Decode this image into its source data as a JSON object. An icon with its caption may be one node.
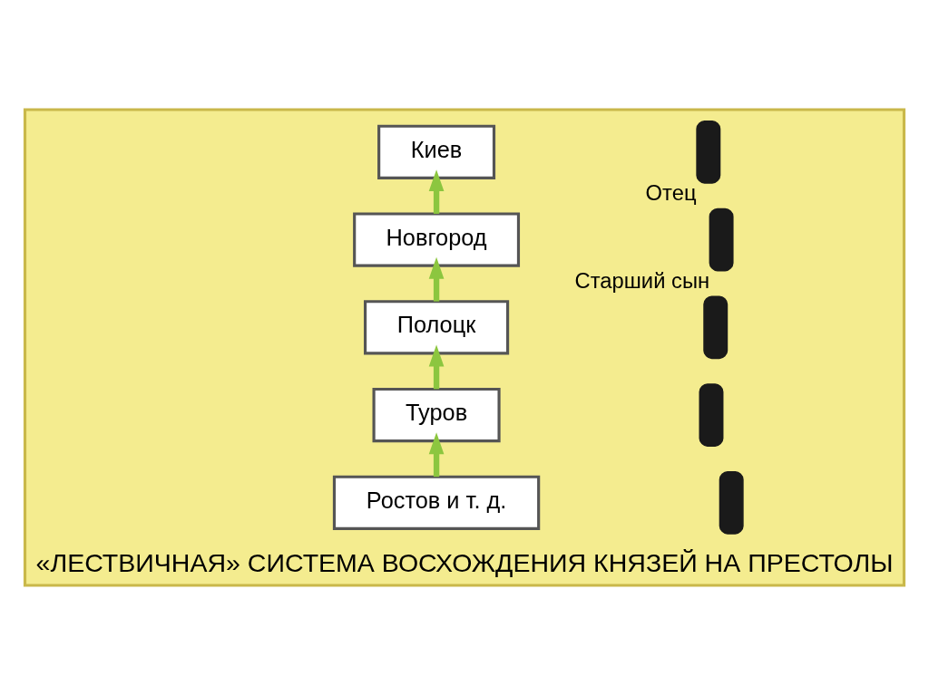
{
  "diagram": {
    "nodes": [
      {
        "text": [
          "«ЛЕСТВИЧНАЯ» СИСТЕМА ВОСХОЖДЕНИЯ КНЯЗЕЙ НА ПРЕСТОЛЫ"
        ]
      },
      {
        "text": [],
        "shape": "person",
        "in": 0,
        "beside": [
          "Отец"
        ]
      },
      {
        "text": [
          "Киев"
        ],
        "in": 0
      },
      {
        "text": [],
        "shape": "person",
        "in": 0,
        "beside": [
          "Старший сын"
        ]
      },
      {
        "text": [
          "Новгород"
        ],
        "in": 0
      },
      {
        "text": [],
        "shape": "person",
        "in": 0
      },
      {
        "text": [
          "Полоцк"
        ],
        "in": 0
      },
      {
        "text": [],
        "shape": "person",
        "in": 0
      },
      {
        "text": [
          "Туров"
        ],
        "in": 0
      },
      {
        "text": [],
        "shape": "person",
        "in": 0
      },
      {
        "text": [
          "Ростов и т. д."
        ],
        "in": 0
      }
    ],
    "edges": [
      {
        "from": 4,
        "to": 2,
        "arrow": "to"
      },
      {
        "from": 6,
        "to": 4,
        "arrow": "to"
      },
      {
        "from": 8,
        "to": 6,
        "arrow": "to"
      },
      {
        "from": 10,
        "to": 8,
        "arrow": "to"
      }
    ]
  }
}
